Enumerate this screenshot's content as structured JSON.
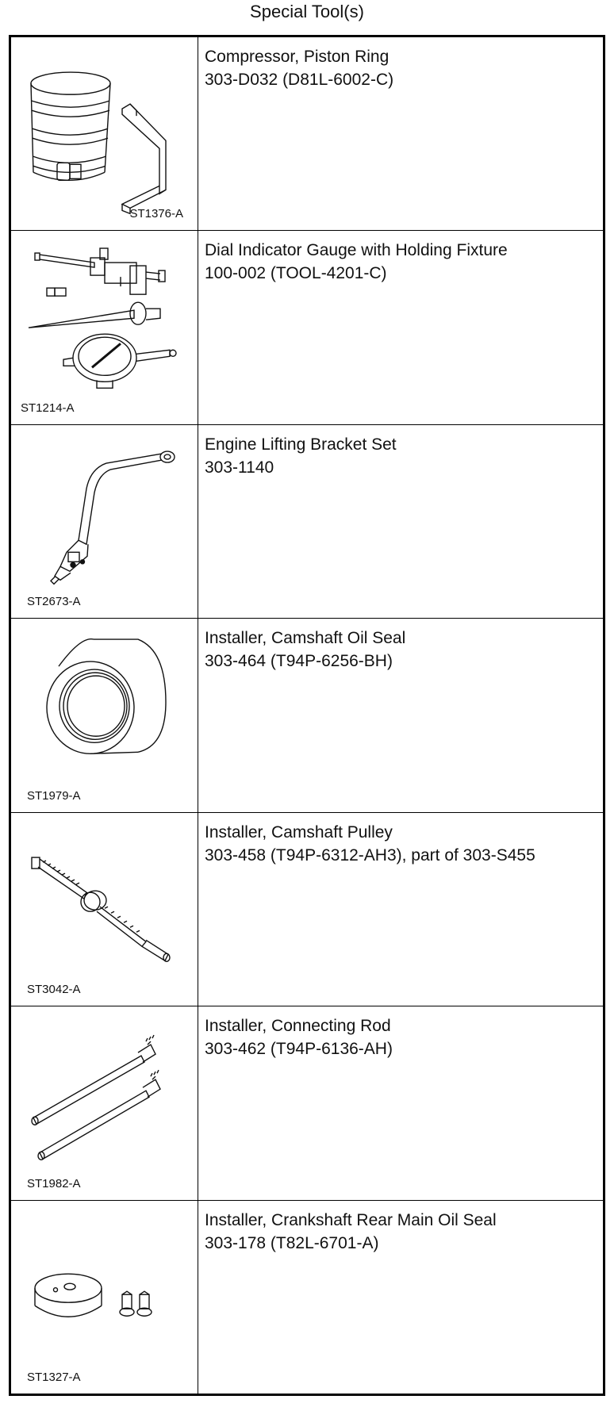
{
  "title": "Special Tool(s)",
  "tools": [
    {
      "name": "Compressor, Piston Ring",
      "number": "303-D032 (D81L-6002-C)",
      "code": "ST1376-A",
      "icon": "piston-ring-compressor-icon"
    },
    {
      "name": "Dial Indicator Gauge with Holding Fixture",
      "number": "100-002 (TOOL-4201-C)",
      "code": "ST1214-A",
      "icon": "dial-indicator-icon"
    },
    {
      "name": "Engine Lifting Bracket Set",
      "number": "303-1140",
      "code": "ST2673-A",
      "icon": "lifting-bracket-icon"
    },
    {
      "name": "Installer, Camshaft Oil Seal",
      "number": "303-464 (T94P-6256-BH)",
      "code": "ST1979-A",
      "icon": "oil-seal-installer-icon"
    },
    {
      "name": "Installer, Camshaft Pulley",
      "number": "303-458 (T94P-6312-AH3), part of 303-S455",
      "code": "ST3042-A",
      "icon": "pulley-installer-icon"
    },
    {
      "name": "Installer, Connecting Rod",
      "number": "303-462 (T94P-6136-AH)",
      "code": "ST1982-A",
      "icon": "connecting-rod-installer-icon"
    },
    {
      "name": "Installer, Crankshaft Rear Main Oil Seal",
      "number": "303-178 (T82L-6701-A)",
      "code": "ST1327-A",
      "icon": "rear-main-seal-installer-icon"
    }
  ]
}
